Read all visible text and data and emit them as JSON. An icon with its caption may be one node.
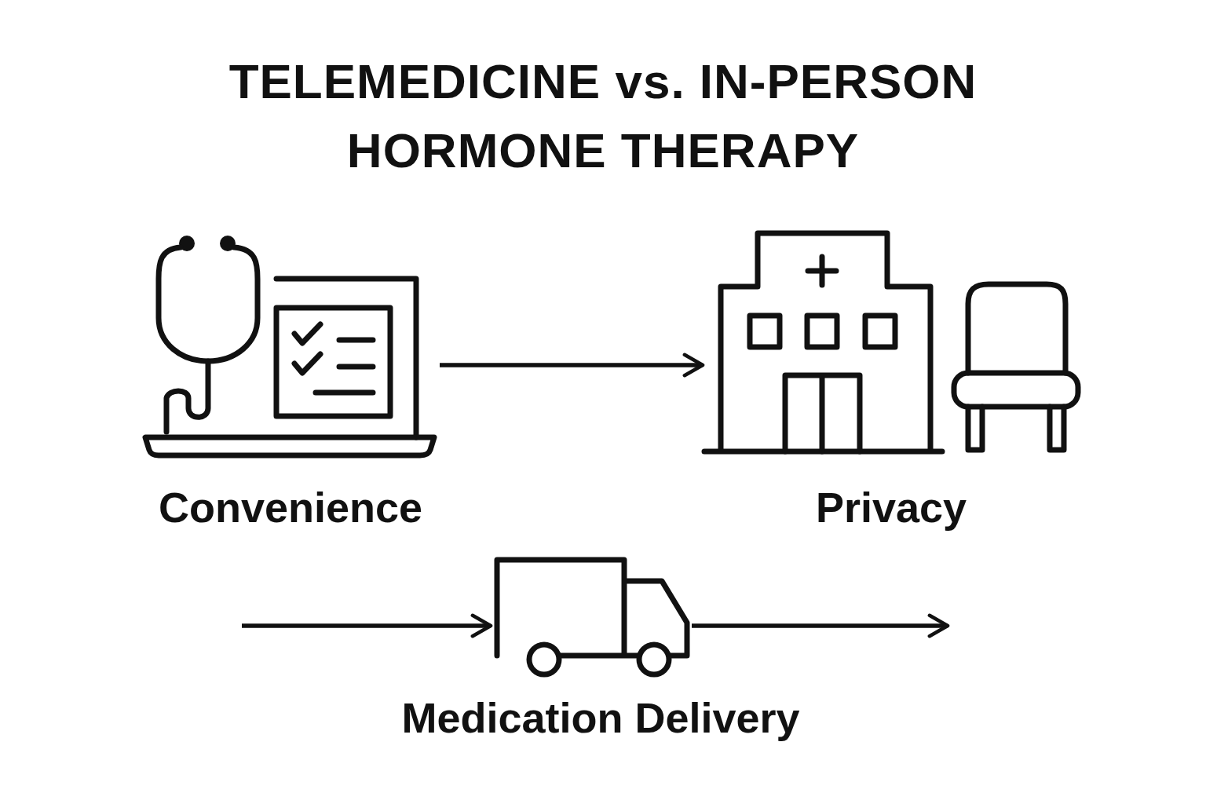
{
  "diagram": {
    "title": "TELEMEDICINE vs. IN-PERSON HORMONE THERAPY",
    "nodes": [
      {
        "text": [
          "Convenience"
        ]
      },
      {
        "text": [
          "Privacy"
        ]
      },
      {
        "text": [
          "Medication Delivery"
        ]
      }
    ],
    "edges": [
      {
        "from": 0,
        "to": 1,
        "arrow": "to"
      },
      {
        "from": null,
        "to": 2,
        "arrow": "to"
      },
      {
        "from": 2,
        "to": null,
        "arrow": "to"
      }
    ]
  }
}
